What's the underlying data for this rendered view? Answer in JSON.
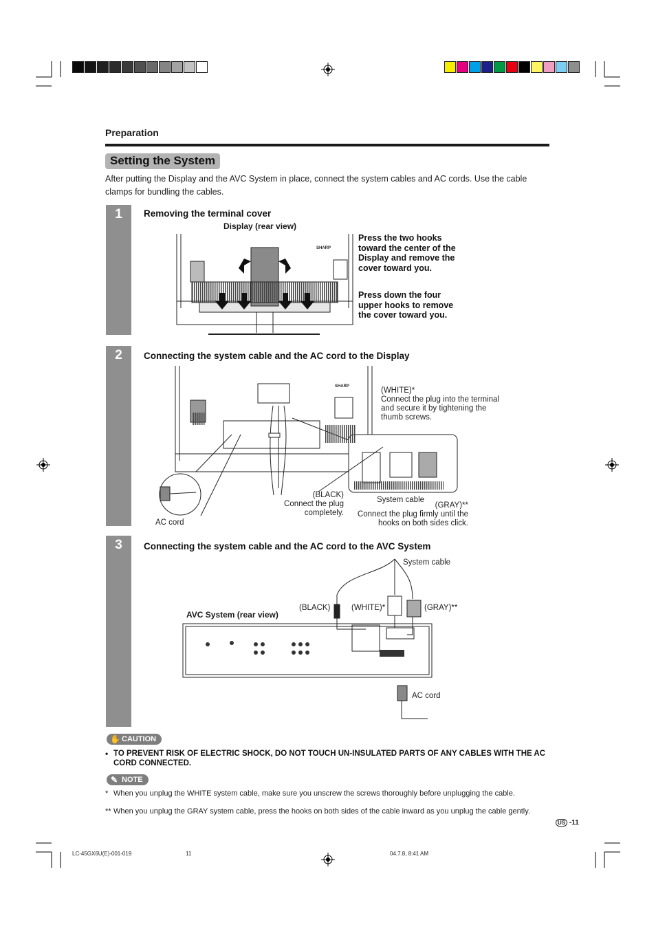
{
  "header": {
    "section": "Preparation",
    "title": "Setting the System",
    "intro": "After putting the Display and the AVC System in place, connect the system cables and AC cords. Use the cable clamps for bundling the cables."
  },
  "colors": {
    "gray_strip": [
      "#0a0a0a",
      "#141414",
      "#1f1f1f",
      "#2b2b2b",
      "#3a3a3a",
      "#505050",
      "#6a6a6a",
      "#858585",
      "#a3a3a3",
      "#c4c4c4",
      "#ffffff"
    ],
    "color_strip": [
      "#f7ed00",
      "#e4007f",
      "#00a0e9",
      "#1d2088",
      "#009944",
      "#e60012",
      "#000000",
      "#fff462",
      "#f19ec2",
      "#7ecef4",
      "#8e8e8e"
    ],
    "step_bar": "#8f8f8f",
    "title_bg": "#b3b3b3"
  },
  "step1": {
    "number": "1",
    "title": "Removing the terminal cover",
    "view_label": "Display (rear view)",
    "instruction_1": [
      "Press the two hooks",
      "toward the center of the",
      "Display and remove the",
      "cover toward you."
    ],
    "instruction_2": [
      "Press down the four",
      "upper hooks to remove",
      "the cover toward you."
    ]
  },
  "step2": {
    "number": "2",
    "title": "Connecting the system cable and the AC cord to the Display",
    "white_label": "(WHITE)*",
    "white_text": [
      "Connect the plug into the terminal",
      "and secure it by tightening the",
      "thumb screws."
    ],
    "black_label": "(BLACK)",
    "black_text": [
      "Connect the plug",
      "completely."
    ],
    "system_cable": "System cable",
    "gray_label": "(GRAY)**",
    "gray_text": [
      "Connect the plug firmly until the",
      "hooks on both sides click."
    ],
    "ac_cord": "AC cord"
  },
  "step3": {
    "number": "3",
    "title": "Connecting the system cable and the AC cord to the AVC System",
    "system_cable": "System cable",
    "black_label": "(BLACK)",
    "white_label": "(WHITE)*",
    "gray_label": "(GRAY)**",
    "view_label": "AVC System (rear view)",
    "ac_cord": "AC cord"
  },
  "caution": {
    "badge": "CAUTION",
    "bullet": "•",
    "text": "TO PREVENT RISK OF ELECTRIC SHOCK, DO NOT TOUCH UN-INSULATED PARTS OF ANY CABLES WITH THE AC CORD CONNECTED."
  },
  "note": {
    "badge": "NOTE",
    "items": [
      {
        "mark": "*",
        "text": "When you unplug the WHITE system cable, make sure you unscrew the screws thoroughly before unplugging the cable."
      },
      {
        "mark": "**",
        "text": "When you unplug the GRAY system cable, press the hooks on both sides of the cable inward as you unplug the cable gently."
      }
    ]
  },
  "page": {
    "region": "US",
    "number": "-11"
  },
  "footer": {
    "file": "LC-45GX6U(E)-001-019",
    "page": "11",
    "date": "04.7.8, 8:41 AM"
  }
}
